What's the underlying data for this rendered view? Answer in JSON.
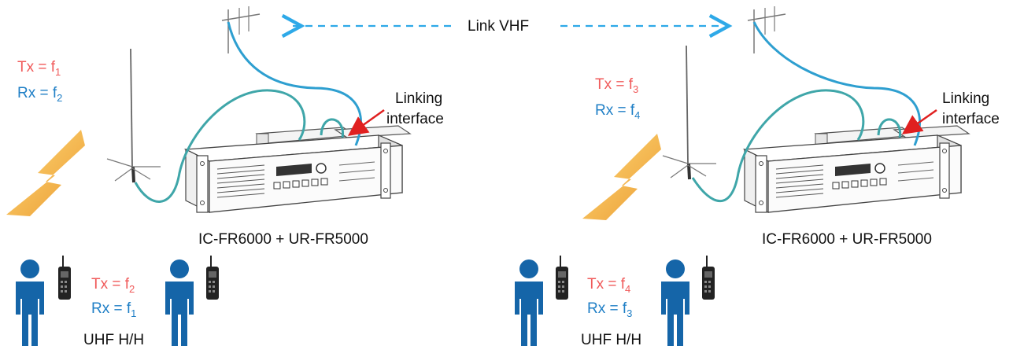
{
  "colors": {
    "tx": "#f05a5a",
    "rx": "#1f7fc6",
    "link": "#2ea9e8",
    "cable": "#3fa6a9",
    "person": "#1565a8",
    "bolt": "#f3a81a",
    "arrow": "#e02020"
  },
  "header_fragment": "",
  "link_label": "Link VHF",
  "sites": [
    {
      "repeater": {
        "tx_label": "Tx = f",
        "tx_sub": "1",
        "rx_label": "Rx = f",
        "rx_sub": "2"
      },
      "interface_label": [
        "Linking",
        "interface"
      ],
      "equipment_label": "IC-FR6000 + UR-FR5000",
      "handheld": {
        "tx_label": "Tx = f",
        "tx_sub": "2",
        "rx_label": "Rx = f",
        "rx_sub": "1",
        "caption": "UHF H/H"
      }
    },
    {
      "repeater": {
        "tx_label": "Tx = f",
        "tx_sub": "3",
        "rx_label": "Rx = f",
        "rx_sub": "4"
      },
      "interface_label": [
        "Linking",
        "interface"
      ],
      "equipment_label": "IC-FR6000 + UR-FR5000",
      "handheld": {
        "tx_label": "Tx = f",
        "tx_sub": "4",
        "rx_label": "Rx = f",
        "rx_sub": "3",
        "caption": "UHF H/H"
      }
    }
  ]
}
